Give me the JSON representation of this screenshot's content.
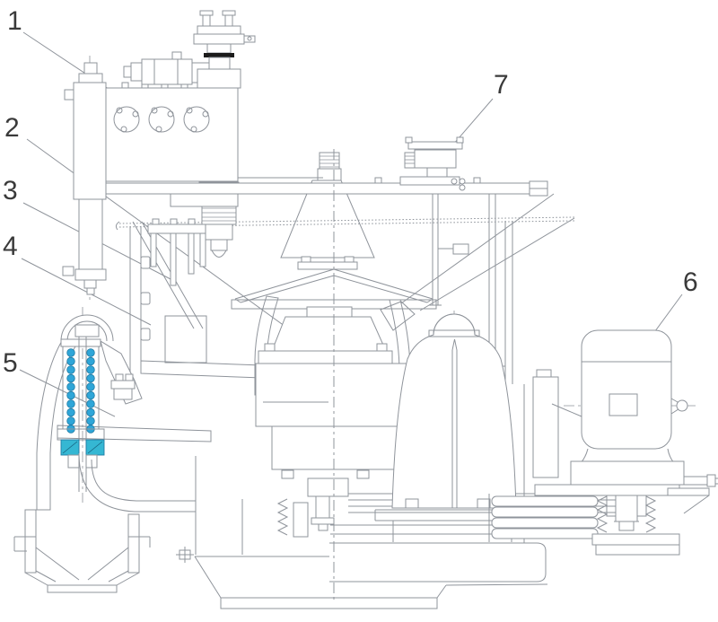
{
  "figure": {
    "type": "technical-drawing",
    "subject": "centrifuge machine cross-section"
  },
  "callouts": [
    {
      "label": "1"
    },
    {
      "label": "2"
    },
    {
      "label": "3"
    },
    {
      "label": "4"
    },
    {
      "label": "5"
    },
    {
      "label": "6"
    },
    {
      "label": "7"
    }
  ],
  "colors": {
    "line": "#8f949b",
    "label": "#3a3a3a",
    "dark": "#1b1b1b",
    "spring_blue": "#2fa6d8",
    "seal_teal": "#35b7d3",
    "background": "#ffffff"
  }
}
